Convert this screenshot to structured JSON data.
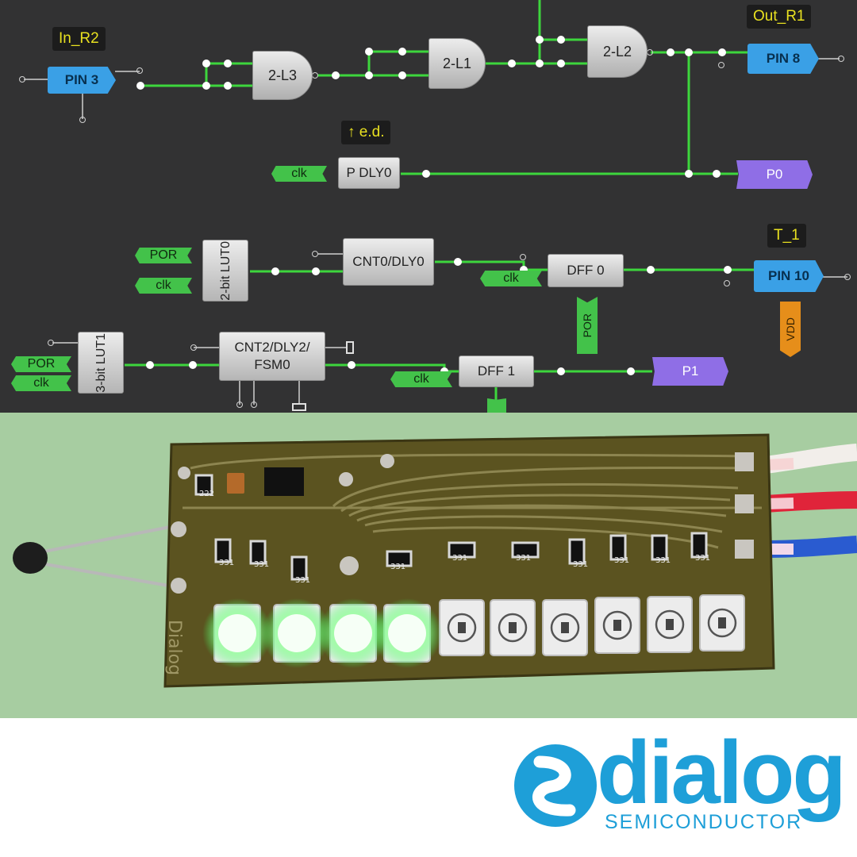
{
  "schematic": {
    "tags": {
      "in_r2": "In_R2",
      "out_r1": "Out_R1",
      "edge_detect": "↑ e.d.",
      "t_1": "T_1"
    },
    "pins": {
      "pin3": "PIN 3",
      "pin8": "PIN 8",
      "pin10": "PIN 10"
    },
    "gates": {
      "l3": "2-L3",
      "l1": "2-L1",
      "l2": "2-L2"
    },
    "blocks": {
      "pdly0": "P DLY0",
      "lut0": "2-bit LUT0",
      "cnt0": "CNT0/DLY0",
      "dff0": "DFF 0",
      "lut1": "3-bit LUT1",
      "cnt2": "CNT2/DLY2/ FSM0",
      "dff1": "DFF 1"
    },
    "ports": {
      "p0": "P0",
      "p1": "P1"
    },
    "signals": {
      "clk": "clk",
      "por": "POR",
      "vdd": "VDD"
    },
    "colors": {
      "background": "#323233",
      "wire": "#3dd63d",
      "pin": "#3aa0e6",
      "port": "#8f6ee6",
      "signal": "#43c24a",
      "vdd": "#e68e1a",
      "tag_text": "#e8e020"
    }
  },
  "photo": {
    "board_silkscreen": "Dialog",
    "resistor_labels": [
      "222",
      "331",
      "331",
      "331",
      "331",
      "331",
      "331",
      "331",
      "331",
      "331",
      "331"
    ],
    "leds_total": 10,
    "leds_lit": 4,
    "colors": {
      "background": "#a7cda1",
      "pcb": "#5b5320",
      "led_glow": "#33ff55"
    }
  },
  "brand": {
    "name": "dialog",
    "tagline": "SEMICONDUCTOR",
    "color": "#1e9fd8"
  }
}
